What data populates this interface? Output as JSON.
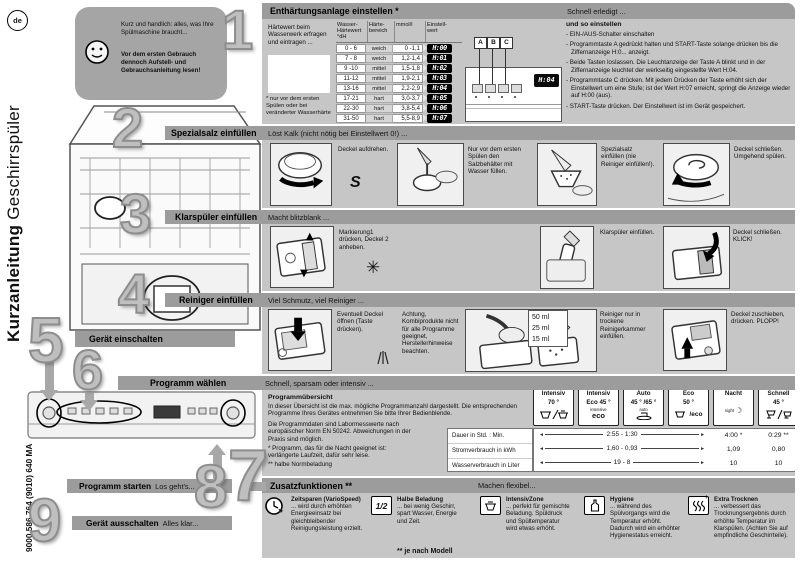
{
  "page": {
    "lang_badge": "de",
    "title_main": "Kurzanleitung",
    "title_sub": "Geschirrspüler",
    "doc_number": "9000 586 764 (9010) 640 MA",
    "intro_line1": "Kurz und handlich: alles, was Ihre Spülmaschine braucht...",
    "intro_line2": "Vor dem ersten Gebrauch dennoch Aufstell- und Gebrauchsanleitung lesen!"
  },
  "colors": {
    "panel_gray": "#c6c6c6",
    "bar_gray": "#9c9c9c",
    "display_bg": "#000000"
  },
  "icons": {
    "salt_arrow": "S",
    "rinse_star": "✳",
    "one_half": "1/2",
    "speed_chevrons": "»",
    "plus": "+",
    "arrow_left": "◄",
    "arrow_right": "►"
  },
  "step1": {
    "number": "1",
    "title": "Enthärtungsanlage einstellen *",
    "tagline": "Schnell erledigt ...",
    "left_note": "Härtewert beim Wasserwerk erfragen und eintragen ...",
    "footnote": "* nur vor dem ersten Spülen oder bei veränderter Wasserhärte",
    "table": {
      "col1": "Wasser-Härtewert °dH",
      "col2": "Härte-bereich",
      "col3": "mmol/l",
      "col4": "Einstell-wert",
      "rows": [
        [
          "0 - 6",
          "weich",
          "0 -1,1",
          "H:00"
        ],
        [
          "7 - 8",
          "weich",
          "1,2-1,4",
          "H:01"
        ],
        [
          "9 -10",
          "mittel",
          "1,5-1,8",
          "H:02"
        ],
        [
          "11-12",
          "mittel",
          "1,9-2,1",
          "H:03"
        ],
        [
          "13-16",
          "mittel",
          "2,2-2,9",
          "H:04"
        ],
        [
          "17-21",
          "hart",
          "3,0-3,7",
          "H:05"
        ],
        [
          "22-30",
          "hart",
          "3,8-5,4",
          "H:06"
        ],
        [
          "31-50",
          "hart",
          "5,5-8,9",
          "H:07"
        ]
      ]
    },
    "buttons": [
      "A",
      "B",
      "C"
    ],
    "display_value": "H:04",
    "how_title": "und so einstellen",
    "steps": [
      "- EIN-/AUS-Schalter einschalten",
      "- Programmtaste A gedrückt halten und START-Taste solange drücken bis die Ziffernanzeige H:0... anzeigt.",
      "- Beide Tasten loslassen. Die Leuchtanzeige der Taste A blinkt und in der Ziffernanzeige leuchtet der werkseitig eingestellte Wert H:04.",
      "- Programmtaste C drücken. Mit jedem Drücken der Taste erhöht sich der Einstellwert um eine Stufe; ist der Wert H:07 erreicht, springt die Anzeige wieder auf H:00 (aus).",
      "- START-Taste drücken. Der Einstellwert ist im Gerät gespeichert."
    ]
  },
  "step2": {
    "number": "2",
    "title": "Spezialsalz einfüllen",
    "tagline": "Löst Kalk (nicht nötig bei Einstellwert 0!) ...",
    "captions": [
      "Deckel aufdrehen.",
      "Nur vor dem ersten Spülen den Salzbehälter mit Wasser füllen.",
      "Spezialsalz einfüllen (nie Reiniger einfüllen!).",
      "Deckel schließen. Umgehend spülen."
    ]
  },
  "step3": {
    "number": "3",
    "title": "Klarspüler einfüllen",
    "tagline": "Macht blitzblank ...",
    "captions": [
      "Markierung1 drücken, Deckel 2 anheben.",
      "Klarspüler einfüllen.",
      "Deckel schließen. KLICK!"
    ]
  },
  "step4": {
    "number": "4",
    "title": "Reiniger einfüllen",
    "tagline": "Viel Schmutz, viel Reiniger ...",
    "captions": [
      "Eventuell Deckel öffnen (Taste drücken).",
      "Reiniger nur in trockene Reinigerkammer einfüllen.",
      "Deckel zuschieben, drücken. PLOPP!"
    ],
    "warning": "Achtung, Kombiprodukte nicht für alle Programme geeignet, Herstellerhinweise beachten.",
    "amounts": [
      "50 ml",
      "25 ml",
      "15 ml"
    ]
  },
  "step5": {
    "number": "5",
    "title": "Gerät einschalten"
  },
  "step6": {
    "number": "6",
    "title": "Programm wählen",
    "tagline": "Schnell, sparsam oder intensiv ...",
    "overview_title": "Programmübersicht",
    "overview_p1": "In dieser Übersicht ist die max. mögliche Programmanzahl dargestellt. Die entsprechenden Programme Ihres Gerätes entnehmen Sie bitte Ihrer Bedienblende.",
    "overview_p2": "Die Programmdaten sind Labormesswerte nach europäischer Norm EN 50242. Abweichungen in der Praxis sind möglich.",
    "note1": "* Programm, das für die Nacht geeignet ist: verlängerte Laufzeit, dafür sehr leise.",
    "note2": "** halbe Normbeladung",
    "programs": [
      {
        "name": "Intensiv",
        "temp": "70 °"
      },
      {
        "name": "Intensiv",
        "temp": "Eco 45 °",
        "icon_top": "intensive",
        "icon_main": "eco"
      },
      {
        "name": "Auto",
        "temp": "45 ° /65 °",
        "icon_top": "auto"
      },
      {
        "name": "Eco",
        "temp": "50 °",
        "icon_main": "/eco"
      },
      {
        "name": "Nacht",
        "temp": "",
        "icon_top": "night",
        "icon_main": "☽"
      },
      {
        "name": "Schnell",
        "temp": "45 °"
      }
    ],
    "metrics": {
      "rows": [
        [
          "Dauer in Std. : Min.",
          "2:55 - 1:30",
          "4:00 *",
          "0:29 **"
        ],
        [
          "Stromverbrauch in kWh",
          "1,60 - 0,93",
          "1,09",
          "0,80"
        ],
        [
          "Wasserverbrauch in Liter",
          "19 - 8",
          "10",
          "10"
        ]
      ]
    }
  },
  "step7": {
    "number": "7",
    "title": "Zusatzfunktionen **",
    "tagline": "Machen flexibel...",
    "features": [
      {
        "name": "Zeitsparen (VarioSpeed)",
        "desc": "... wird durch erhöhten Energieeinsatz bei gleichbleibender Reinigungsleistung erzielt."
      },
      {
        "name": "Halbe Beladung",
        "desc": "... bei wenig Geschirr, spart Wasser, Energie und Zeit."
      },
      {
        "name": "IntensivZone",
        "desc": "... perfekt für gemischte Beladung. Spüldruck und Spültemperatur wird etwas erhöht."
      },
      {
        "name": "Hygiene",
        "desc": "... während des Spülvorgangs wird die Temperatur erhöht. Dadurch wird ein erhöhter Hygienestatus erreicht."
      },
      {
        "name": "Extra Trocknen",
        "desc": "... verbessert das Trocknungsergebnis durch erhöhte Temperatur im Klarspülen. (Achten Sie auf empfindliche Geschirrteile)."
      }
    ],
    "footnote": "** je nach Modell"
  },
  "step8": {
    "number": "8",
    "title": "Programm starten",
    "tagline": "Los geht's..."
  },
  "step9": {
    "number": "9",
    "title": "Gerät ausschalten",
    "tagline": "Alles klar..."
  }
}
